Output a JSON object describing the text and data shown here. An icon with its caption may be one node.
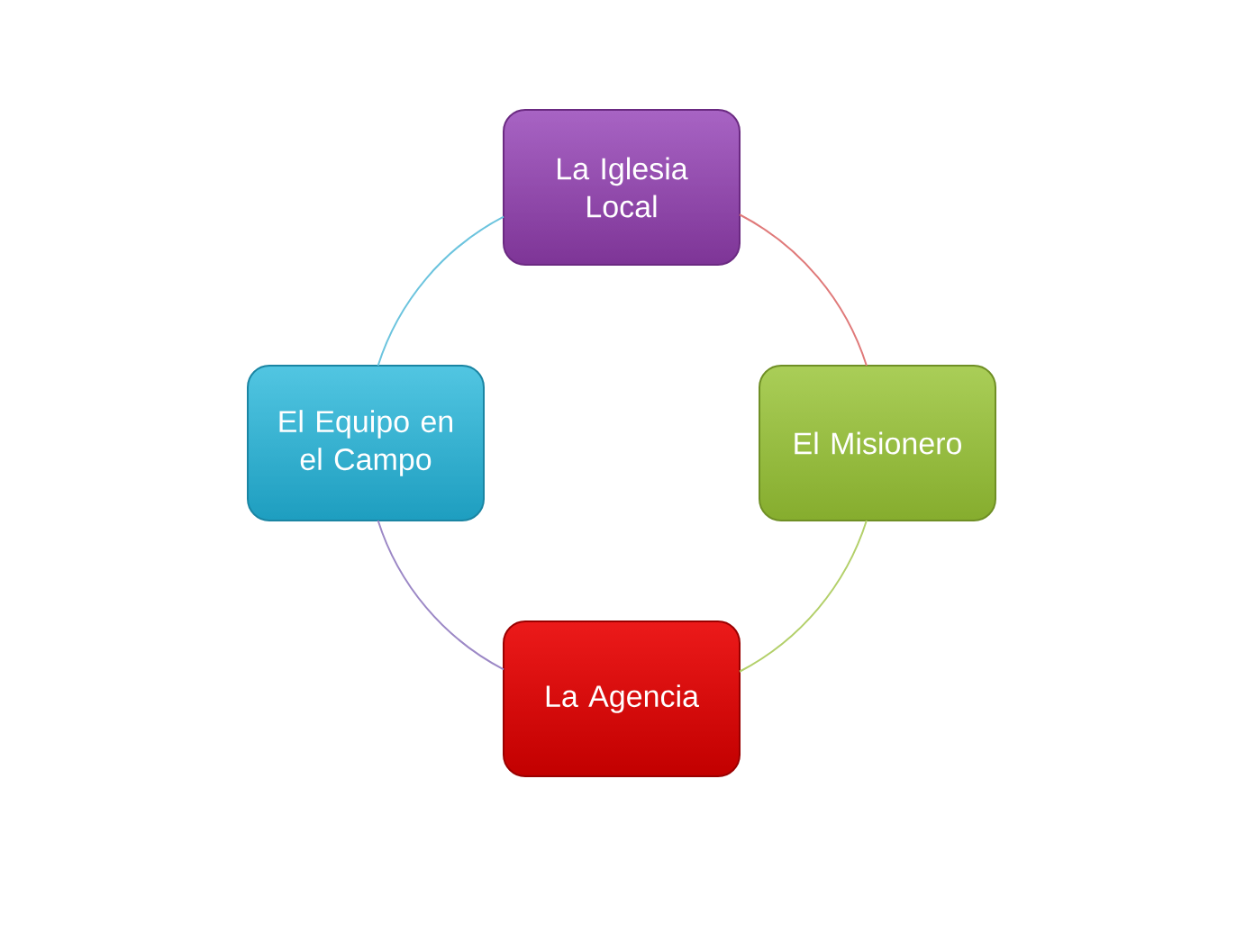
{
  "diagram": {
    "nodes": [
      {
        "text": [
          "La Iglesia Local"
        ]
      },
      {
        "text": [
          "El Misionero"
        ]
      },
      {
        "text": [
          "La Agencia"
        ]
      },
      {
        "text": [
          "El Equipo en el Campo"
        ]
      }
    ],
    "edges": [
      {
        "from": 0,
        "to": 1,
        "arrow": "none",
        "color": "#e07a7a"
      },
      {
        "from": 1,
        "to": 2,
        "arrow": "none",
        "color": "#b3d06a"
      },
      {
        "from": 2,
        "to": 3,
        "arrow": "none",
        "color": "#9c88c6"
      },
      {
        "from": 3,
        "to": 0,
        "arrow": "none",
        "color": "#6cc4de"
      }
    ]
  }
}
